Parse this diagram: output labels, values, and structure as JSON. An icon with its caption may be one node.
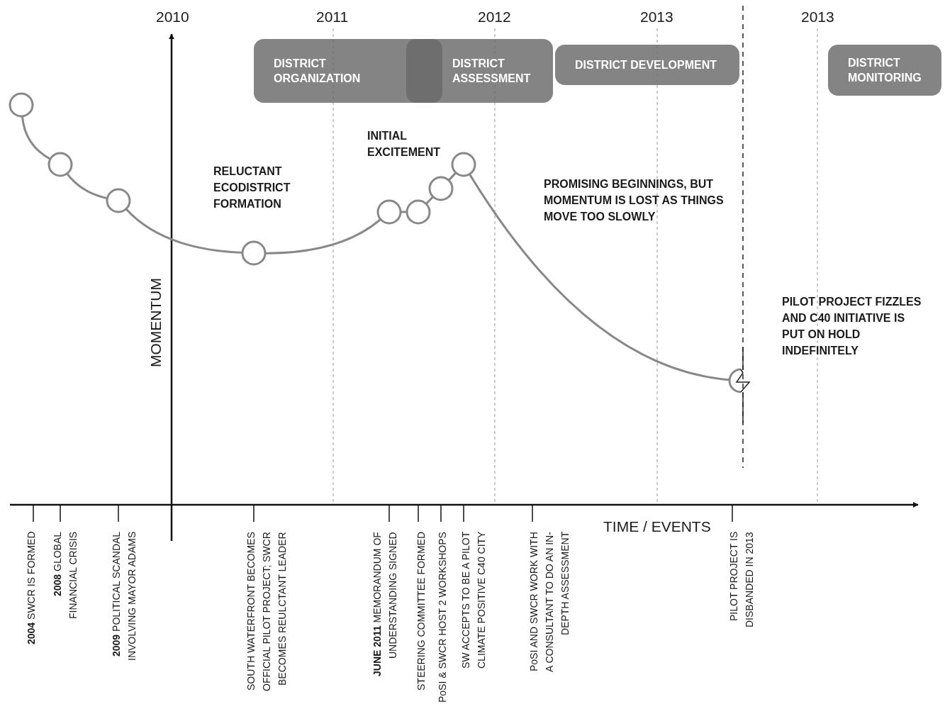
{
  "diagram": {
    "nodes": [
      {
        "text": [
          "DISTRICT ORGANIZATION"
        ]
      },
      {
        "text": [
          "DISTRICT ASSESSMENT"
        ]
      },
      {
        "text": [
          "DISTRICT DEVELOPMENT"
        ]
      },
      {
        "text": [
          "DISTRICT MONITORING"
        ]
      },
      {
        "text": [],
        "shape": "circle"
      },
      {
        "text": [],
        "shape": "circle"
      },
      {
        "text": [],
        "shape": "circle"
      },
      {
        "text": [],
        "shape": "circle"
      },
      {
        "text": [],
        "shape": "circle"
      },
      {
        "text": [],
        "shape": "circle"
      },
      {
        "text": [],
        "shape": "circle"
      },
      {
        "text": [],
        "shape": "circle"
      },
      {
        "text": [],
        "shape": "circle"
      }
    ],
    "edges": [
      {
        "from": 4,
        "to": 5,
        "arrow": "none"
      },
      {
        "from": 5,
        "to": 6,
        "arrow": "none"
      },
      {
        "from": 6,
        "to": 7,
        "arrow": "none"
      },
      {
        "from": 7,
        "to": 8,
        "arrow": "none"
      },
      {
        "from": 8,
        "to": 9,
        "arrow": "none"
      },
      {
        "from": 9,
        "to": 10,
        "arrow": "none"
      },
      {
        "from": 10,
        "to": 11,
        "arrow": "none"
      },
      {
        "from": 11,
        "to": 12,
        "arrow": "none"
      }
    ],
    "labels": [
      "2010",
      "2011",
      "2012",
      "2013",
      "2013",
      "INITIAL EXCITEMENT",
      "RELUCTANT ECODISTRICT FORMATION",
      "PROMISING BEGINNINGS, BUT MOMENTUM IS LOST AS THINGS MOVE TOO SLOWLY",
      "MOMENTUM",
      "PILOT PROJECT FIZZLES AND C40 INITIATIVE IS PUT ON HOLD INDEFINITELY",
      "TIME / EVENTS",
      "**2004** SWCR IS FORMED",
      "**2008** GLOBAL FINANCIAL CRISIS",
      "**2009** POLITICAL SCANDAL INVOLVING MAYOR ADAMS",
      "SOUTH WATERFRONT BECOMES OFFICIAL PILOT PROJECT; SWCR BECOMES REULCTANT LEADER",
      "**JUNE 2011** MEMORANDUM OF UNDERSTANDING SIGNED",
      "STEERING COMMITTEE FORMED",
      "PoSI & SWCR HOST 2 WORKSHOPS",
      "SW ACCEPTS TO BE A PILOT CLIMATE POSITIVE C40 CITY",
      "PoSI AND SWCR WORK WITH A CONSULTANT TO DO AN IN-DEPTH ASSESSMENT",
      "PILOT PROJECT IS DISBANDED IN 2013"
    ]
  }
}
